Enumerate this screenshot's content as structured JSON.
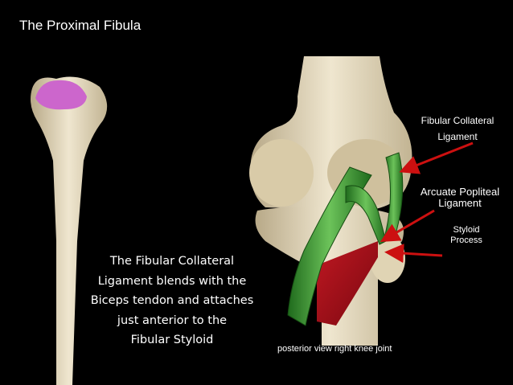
{
  "title": "The Proximal Fibula",
  "labels": {
    "fibular_collateral": [
      "Fibular Collateral",
      "Ligament"
    ],
    "arcuate_popliteal": [
      "Arcuate Popliteal",
      "Ligament"
    ],
    "styloid_process": [
      "Styloid",
      "Process"
    ],
    "caption": "posterior view right knee joint"
  },
  "description": [
    "The Fibular Collateral",
    "Ligament blends with the",
    "Biceps tendon and attaches",
    "just anterior to the",
    "Fibular Styloid"
  ],
  "colors": {
    "background": "#000000",
    "bone": "#e6dcc0",
    "fibular_head_highlight": "#cc66cc",
    "ligament": "#3f9a35",
    "biceps_tendon": "#a8101c",
    "pointer_arrow": "#cc1010"
  }
}
